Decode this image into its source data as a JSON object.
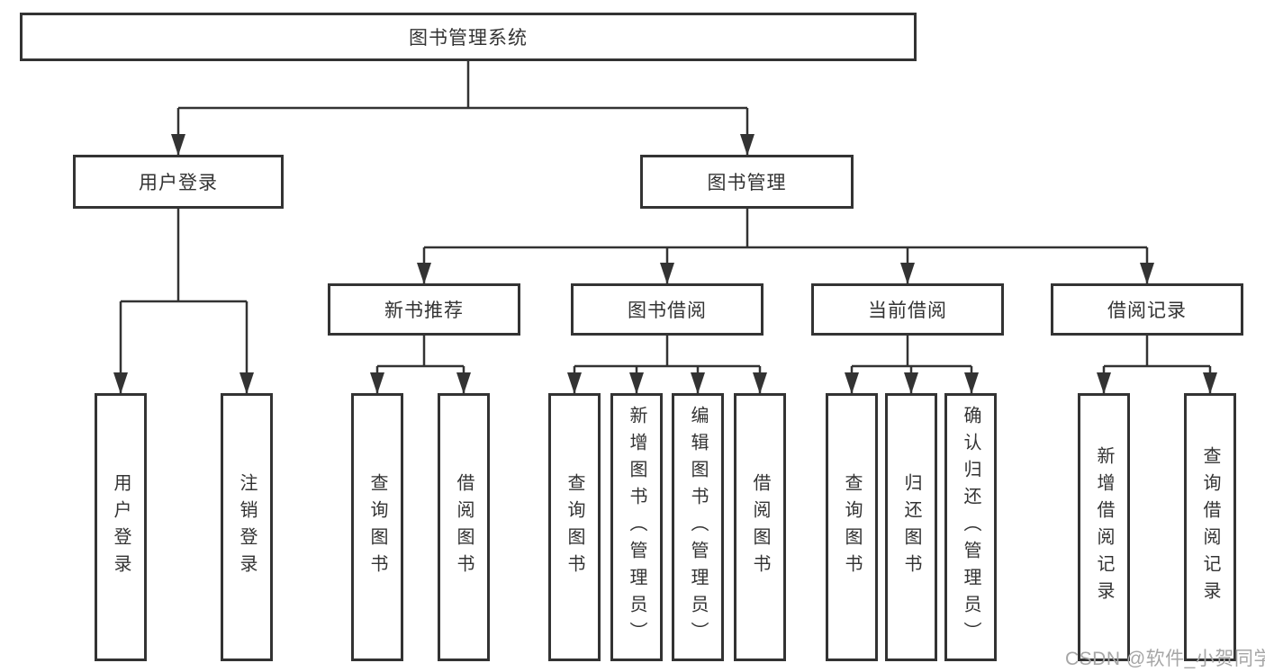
{
  "tree": {
    "label": "图书管理系统",
    "children": [
      {
        "label": "用户登录",
        "children": [
          {
            "label": "用户登录"
          },
          {
            "label": "注销登录"
          }
        ]
      },
      {
        "label": "图书管理",
        "children": [
          {
            "label": "新书推荐",
            "children": [
              {
                "label": "查询图书"
              },
              {
                "label": "借阅图书"
              }
            ]
          },
          {
            "label": "图书借阅",
            "children": [
              {
                "label": "查询图书"
              },
              {
                "label": "新增图书（管理员）"
              },
              {
                "label": "编辑图书（管理员）"
              },
              {
                "label": "借阅图书"
              }
            ]
          },
          {
            "label": "当前借阅",
            "children": [
              {
                "label": "查询图书"
              },
              {
                "label": "归还图书"
              },
              {
                "label": "确认归还（管理员）"
              }
            ]
          },
          {
            "label": "借阅记录",
            "children": [
              {
                "label": "新增借阅记录"
              },
              {
                "label": "查询借阅记录"
              }
            ]
          }
        ]
      }
    ]
  },
  "watermark": {
    "text": "CSDN @软件_小贺同学"
  },
  "colors": {
    "line": "#333333",
    "box_border": "#333333",
    "text": "#333333",
    "watermark_text": "#a6a6a6",
    "background": "#ffffff"
  }
}
